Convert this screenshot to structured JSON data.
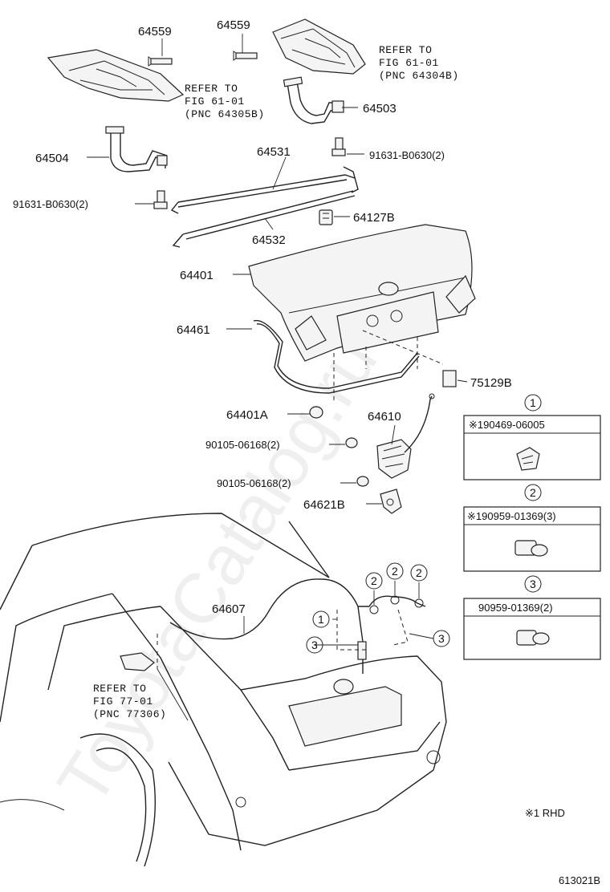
{
  "watermark": "ToyotaCatalog.ru",
  "figure_code": "613021B",
  "note_rhd": "※1 RHD",
  "part_labels": {
    "p64559_left": "64559",
    "p64559_right": "64559",
    "p64503": "64503",
    "p64504": "64504",
    "bolt_right": "91631-B0630(2)",
    "bolt_left": "91631-B0630(2)",
    "p64531": "64531",
    "p64532": "64532",
    "p64127b": "64127B",
    "p64401": "64401",
    "p64461": "64461",
    "p75129b": "75129B",
    "p64401a": "64401A",
    "p64610": "64610",
    "nut_1": "90105-06168(2)",
    "nut_2": "90105-06168(2)",
    "p64621b": "64621B",
    "p64607": "64607"
  },
  "refs": {
    "ref_right": {
      "line1": "REFER TO",
      "line2": "FIG 61-01",
      "line3": "(PNC 64304B)"
    },
    "ref_left": {
      "line1": "REFER TO",
      "line2": "FIG 61-01",
      "line3": "(PNC 64305B)"
    },
    "ref_bottom": {
      "line1": "REFER TO",
      "line2": "FIG 77-01",
      "line3": "(PNC 77306)"
    }
  },
  "callouts": {
    "c1_header": "1",
    "c2_header": "2",
    "c3_header": "3",
    "box1_label": "※190469-06005",
    "box2_label": "※190959-01369(3)",
    "box3_label": "90959-01369(2)",
    "cable_c1": "1",
    "cable_c2a": "2",
    "cable_c2b": "2",
    "cable_c2c": "2",
    "cable_c3a": "3",
    "cable_c3b": "3"
  }
}
